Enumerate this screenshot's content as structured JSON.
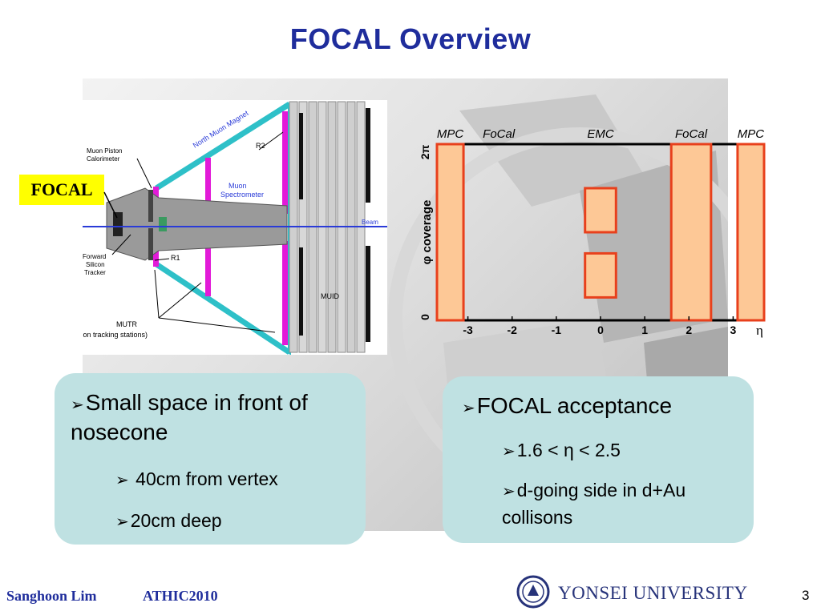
{
  "slide": {
    "title": "FOCAL Overview",
    "focal_label": "FOCAL",
    "page_number": "3"
  },
  "diagram": {
    "labels": {
      "north_muon_magnet": "North Muon Magnet",
      "muon_piston_calorimeter_1": "Muon Piston",
      "muon_piston_calorimeter_2": "Calorimeter",
      "r2": "R2",
      "muon_spectrometer_1": "Muon",
      "muon_spectrometer_2": "Spectrometer",
      "beam": "Beam",
      "forward_silicon_1": "Forward",
      "forward_silicon_2": "Silicon",
      "forward_silicon_3": "Tracker",
      "r1": "R1",
      "muid": "MUID",
      "mutr_1": "MUTR",
      "mutr_2": "(muon tracking stations)"
    }
  },
  "chart_data": {
    "type": "coverage-map",
    "region_labels": [
      "MPC",
      "FoCal",
      "EMC",
      "FoCal",
      "MPC"
    ],
    "ylabel": "φ coverage",
    "y_ticks": [
      "0",
      "2π"
    ],
    "xlabel": "η",
    "x_ticks": [
      "-3",
      "-2",
      "-1",
      "0",
      "1",
      "2",
      "3"
    ],
    "xlim": [
      -3.7,
      3.7
    ],
    "regions": [
      {
        "label": "MPC",
        "eta": [
          -3.7,
          -3.1
        ],
        "phi_fraction": [
          0,
          1
        ]
      },
      {
        "label": "FoCal",
        "eta": [
          1.6,
          2.5
        ],
        "phi_fraction": [
          0,
          1
        ]
      },
      {
        "label": "EMC",
        "eta": [
          -0.35,
          0.35
        ],
        "phi_fraction": [
          0.5,
          0.75
        ]
      },
      {
        "label": "EMC",
        "eta": [
          -0.35,
          0.35
        ],
        "phi_fraction": [
          0.13,
          0.38
        ]
      },
      {
        "label": "MPC",
        "eta": [
          3.1,
          3.7
        ],
        "phi_fraction": [
          0,
          1
        ]
      }
    ],
    "colors": {
      "fill": "#fdc896",
      "edge": "#e8401c"
    }
  },
  "left_box": {
    "heading": "Small space in front of nosecone",
    "items": [
      "40cm from vertex",
      "20cm deep"
    ]
  },
  "right_box": {
    "heading": "FOCAL acceptance",
    "items": [
      "1.6 < η < 2.5",
      "d-going side in d+Au collisons"
    ]
  },
  "footer": {
    "author": "Sanghoon Lim",
    "conference": "ATHIC2010",
    "university": "YONSEI UNIVERSITY"
  }
}
